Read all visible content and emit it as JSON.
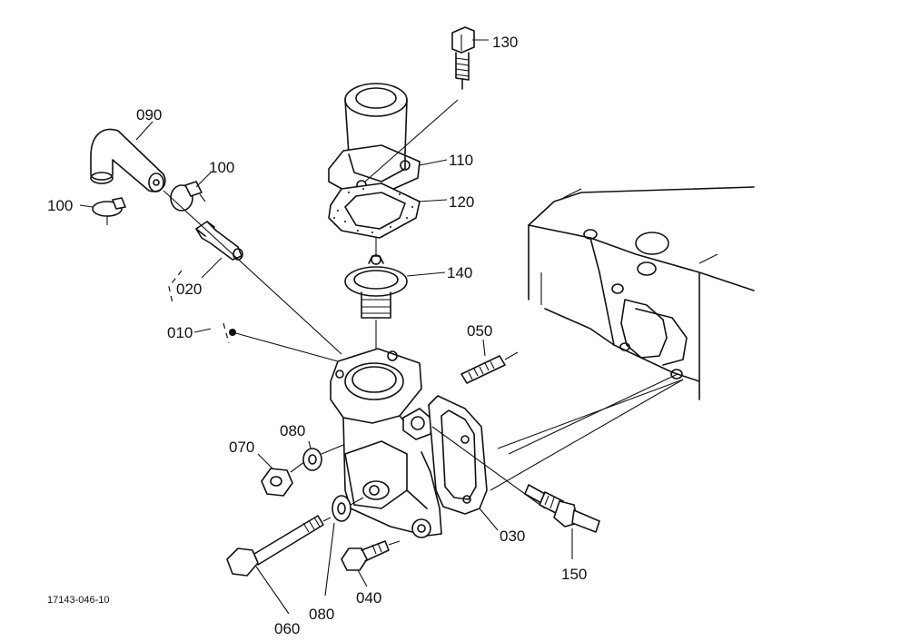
{
  "drawing_id": "17143-046-10",
  "parts": [
    {
      "key": "p130",
      "label": "130"
    },
    {
      "key": "p090",
      "label": "090"
    },
    {
      "key": "p100a",
      "label": "100"
    },
    {
      "key": "p100b",
      "label": "100"
    },
    {
      "key": "p110",
      "label": "110"
    },
    {
      "key": "p120",
      "label": "120"
    },
    {
      "key": "p140",
      "label": "140"
    },
    {
      "key": "p020",
      "label": "020"
    },
    {
      "key": "p010",
      "label": "010"
    },
    {
      "key": "p050",
      "label": "050"
    },
    {
      "key": "p070",
      "label": "070"
    },
    {
      "key": "p080a",
      "label": "080"
    },
    {
      "key": "p030",
      "label": "030"
    },
    {
      "key": "p150",
      "label": "150"
    },
    {
      "key": "p060",
      "label": "060"
    },
    {
      "key": "p080b",
      "label": "080"
    },
    {
      "key": "p040",
      "label": "040"
    }
  ]
}
